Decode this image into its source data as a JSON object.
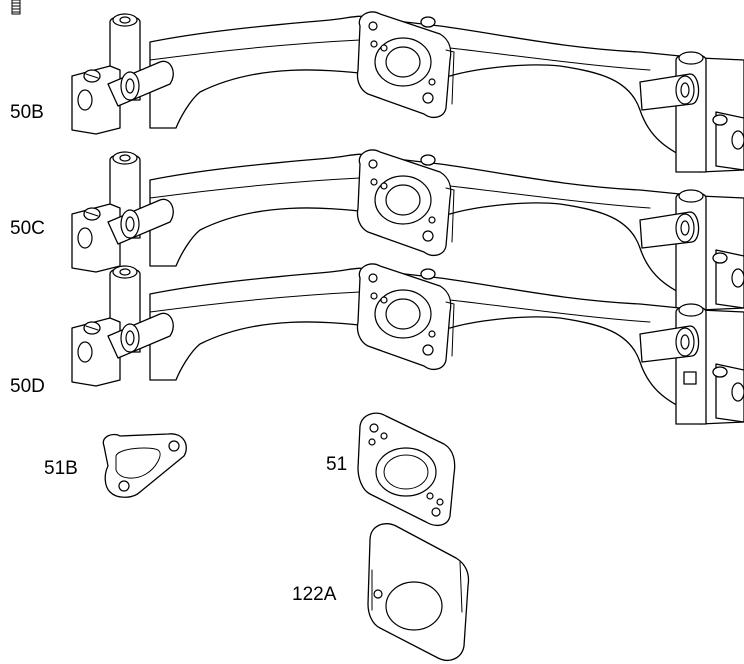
{
  "labels": {
    "p50B": "50B",
    "p50C": "50C",
    "p50D": "50D",
    "p51B": "51B",
    "p51": "51",
    "p122A": "122A"
  },
  "colors": {
    "line": "#000000",
    "background": "#ffffff"
  }
}
